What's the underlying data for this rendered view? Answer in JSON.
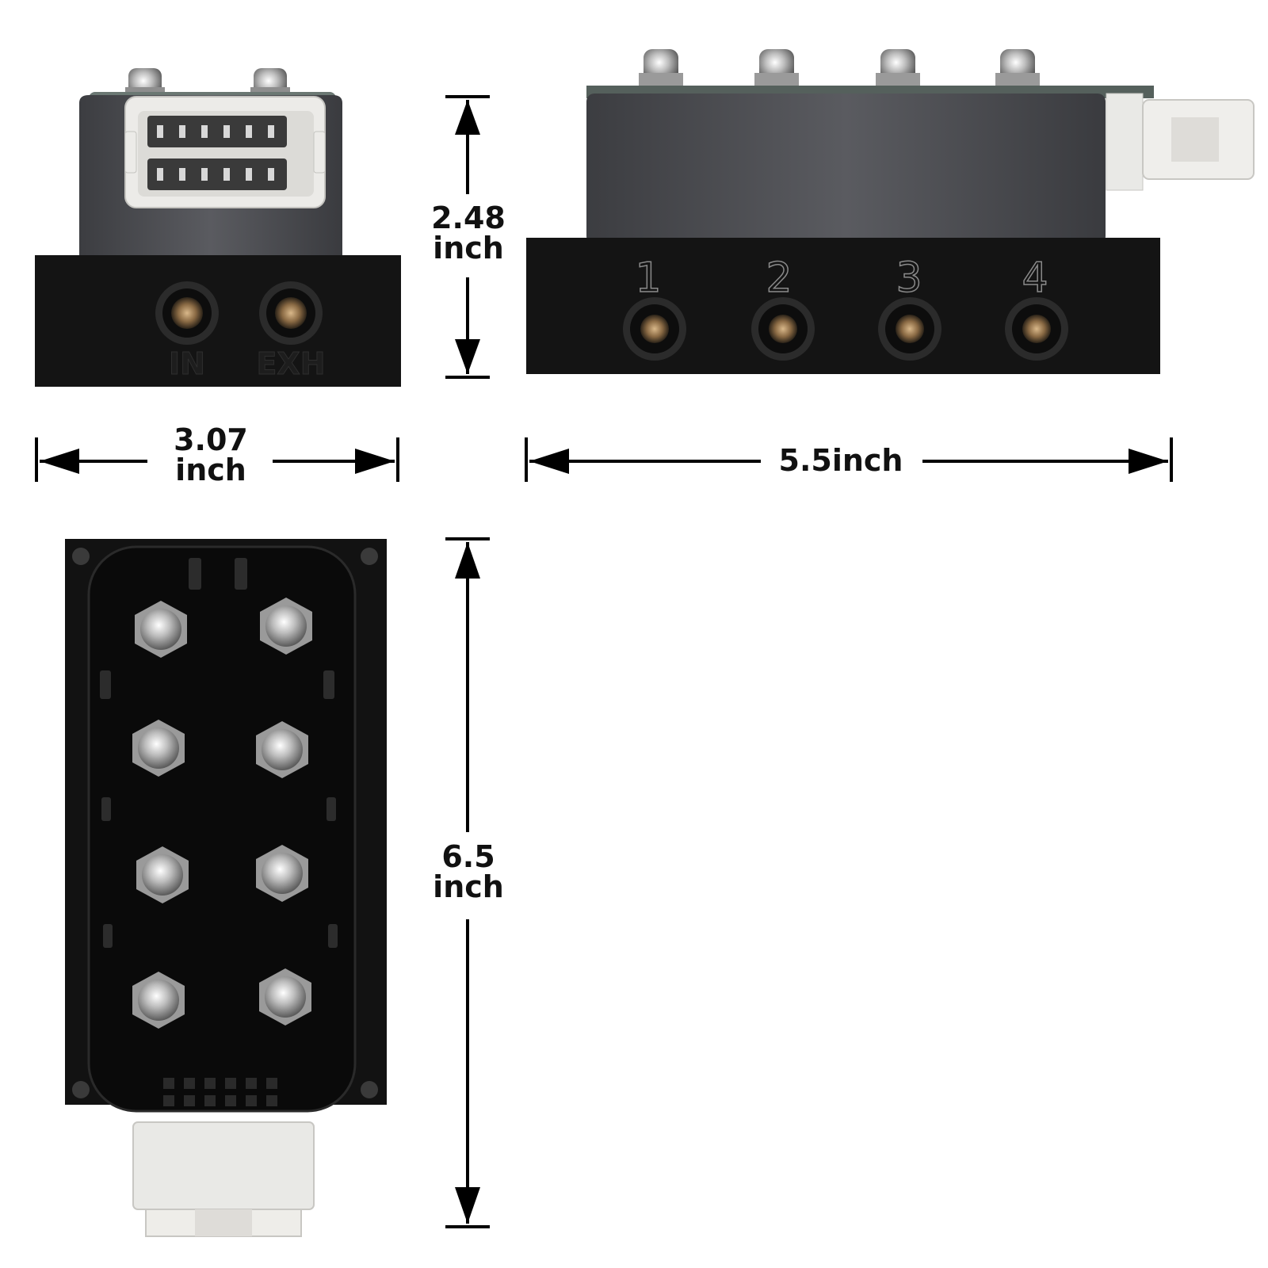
{
  "dimensions": {
    "height": {
      "value": "2.48",
      "unit": "inch"
    },
    "width": {
      "value": "3.07",
      "unit": "inch"
    },
    "length": {
      "value": "5.5inch"
    },
    "depth": {
      "value": "6.5",
      "unit": "inch"
    }
  },
  "port_labels": {
    "front": [
      "IN",
      "EXH"
    ],
    "side": [
      "1",
      "2",
      "3",
      "4"
    ]
  },
  "colors": {
    "block": "#141414",
    "housing": "#4a4b4f",
    "connector": "#e9e9e7",
    "nut": "#c9c9c9",
    "line": "#000000"
  }
}
